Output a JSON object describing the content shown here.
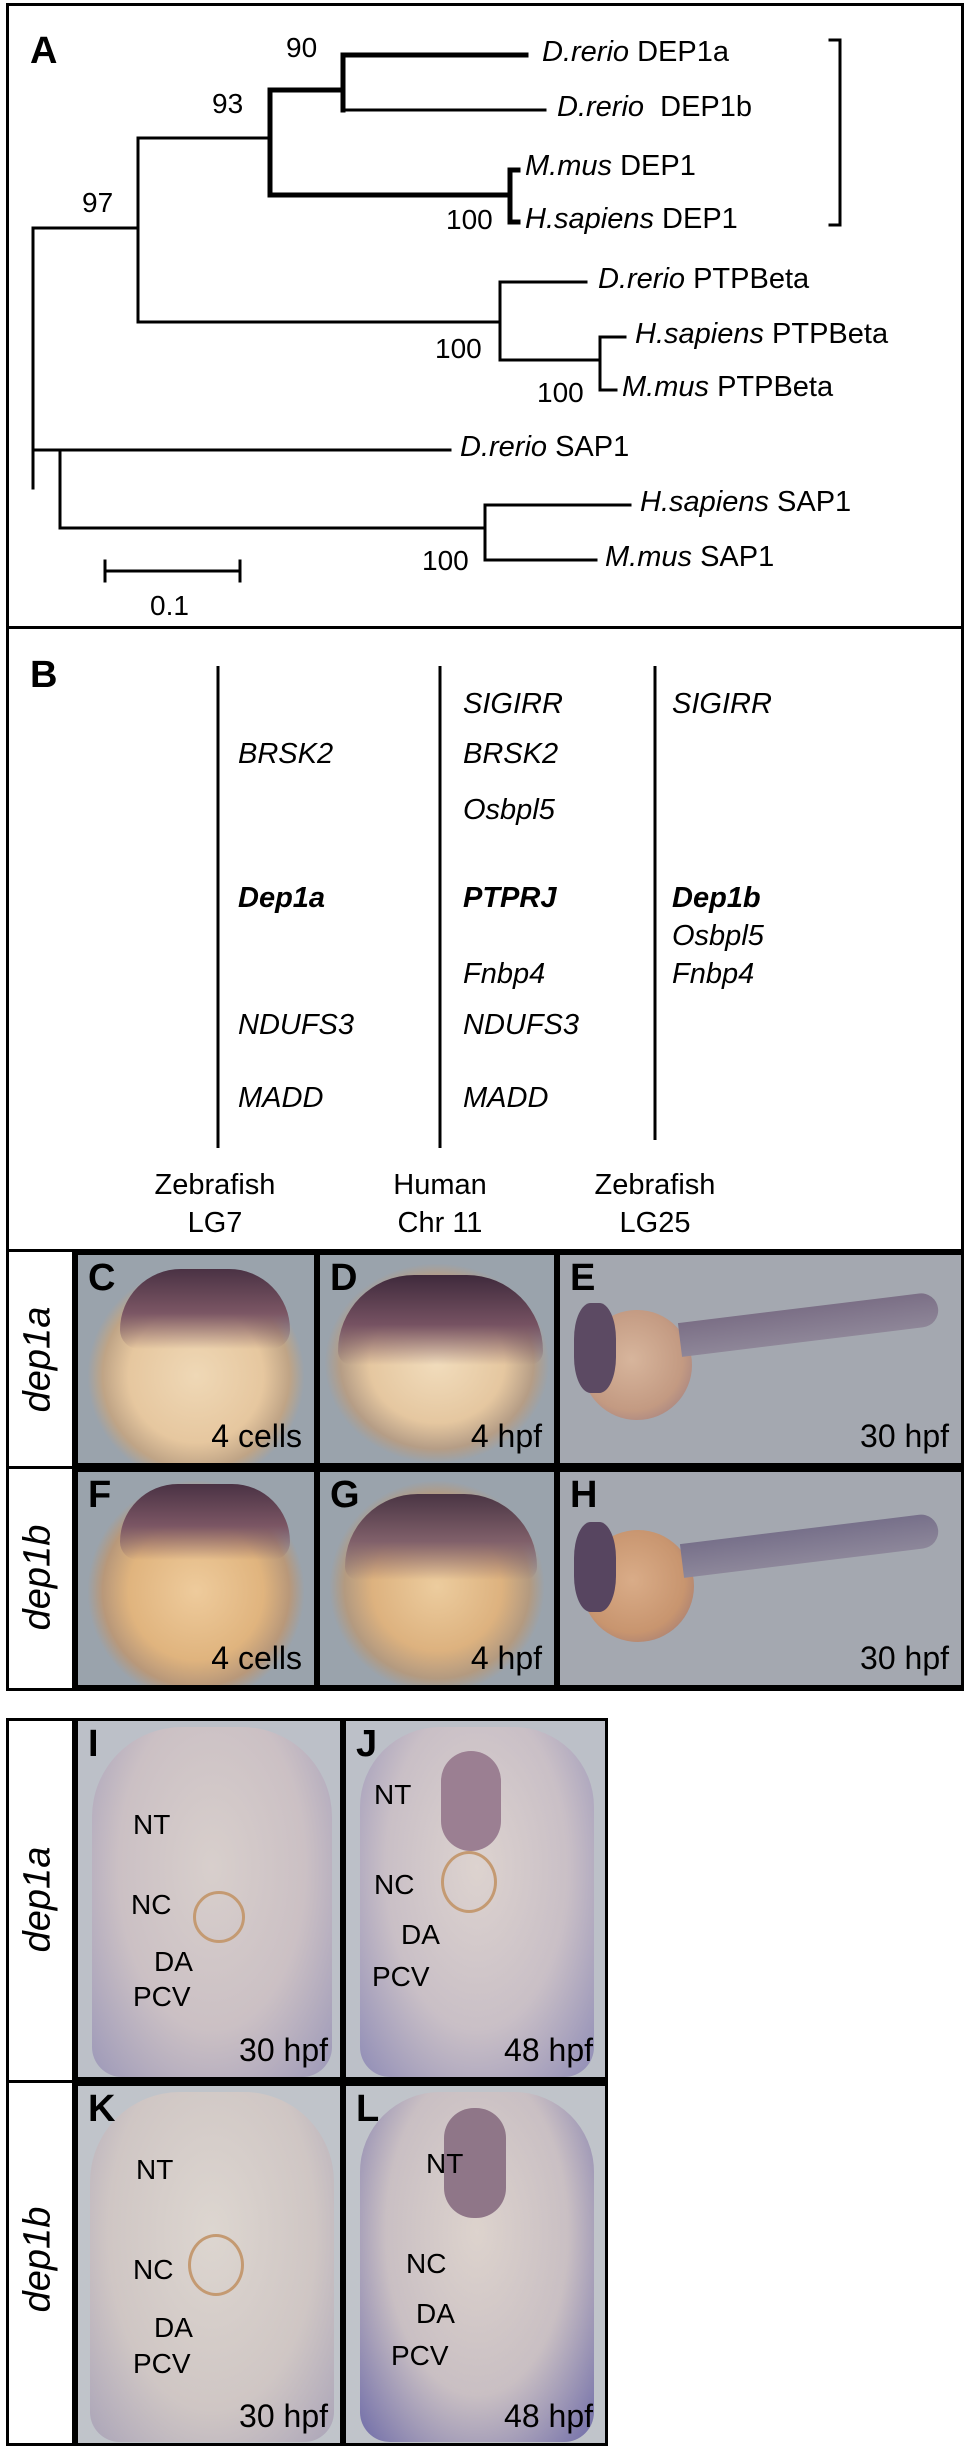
{
  "panelA": {
    "label": "A",
    "bootstrap": {
      "b90": "90",
      "b93": "93",
      "b97": "97",
      "b100_dep1": "100",
      "b100_ptpa": "100",
      "b100_ptpb": "100",
      "b100_sap": "100"
    },
    "taxa": [
      {
        "species": "D.rerio",
        "gene": "DEP1a"
      },
      {
        "species": "D.rerio",
        "gene": "DEP1b"
      },
      {
        "species": "M.mus",
        "gene": "DEP1"
      },
      {
        "species": "H.sapiens",
        "gene": "DEP1"
      },
      {
        "species": "D.rerio",
        "gene": "PTPBeta"
      },
      {
        "species": "H.sapiens",
        "gene": "PTPBeta"
      },
      {
        "species": "M.mus",
        "gene": "PTPBeta"
      },
      {
        "species": "D.rerio",
        "gene": "SAP1"
      },
      {
        "species": "H.sapiens",
        "gene": "SAP1"
      },
      {
        "species": "M.mus",
        "gene": "SAP1"
      }
    ],
    "scale_label": "0.1"
  },
  "panelB": {
    "label": "B",
    "col1": {
      "genes": [
        "BRSK2",
        "Dep1a",
        "NDUFS3",
        "MADD"
      ],
      "heading": [
        "Zebrafish",
        "LG7"
      ]
    },
    "col2": {
      "genes": [
        "SIGIRR",
        "BRSK2",
        "Osbpl5",
        "PTPRJ",
        "Fnbp4",
        "NDUFS3",
        "MADD"
      ],
      "heading": [
        "Human",
        "Chr 11"
      ]
    },
    "col3": {
      "genes": [
        "SIGIRR",
        "Dep1b",
        "Osbpl5",
        "Fnbp4"
      ],
      "heading": [
        "Zebrafish",
        "LG25"
      ]
    }
  },
  "whole_mount": {
    "rows": [
      "dep1a",
      "dep1b"
    ],
    "panels": [
      {
        "letter": "C",
        "stage": "4 cells"
      },
      {
        "letter": "D",
        "stage": "4 hpf"
      },
      {
        "letter": "E",
        "stage": "30 hpf"
      },
      {
        "letter": "F",
        "stage": "4 cells"
      },
      {
        "letter": "G",
        "stage": "4 hpf"
      },
      {
        "letter": "H",
        "stage": "30 hpf"
      }
    ]
  },
  "sections": {
    "rows": [
      "dep1a",
      "dep1b"
    ],
    "panels": [
      {
        "letter": "I",
        "stage": "30 hpf"
      },
      {
        "letter": "J",
        "stage": "48 hpf"
      },
      {
        "letter": "K",
        "stage": "30 hpf"
      },
      {
        "letter": "L",
        "stage": "48 hpf"
      }
    ],
    "structures": {
      "nt": "NT",
      "nc": "NC",
      "da": "DA",
      "pcv": "PCV"
    }
  }
}
